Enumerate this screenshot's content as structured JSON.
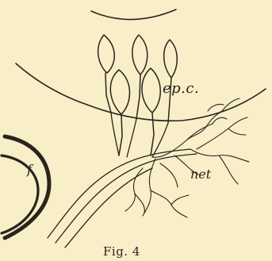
{
  "figure": {
    "caption": "Fig. 4",
    "labels": {
      "epidermal_cells": "ep.c.",
      "nerve_net": "net",
      "fiber": "f"
    }
  },
  "colors": {
    "paper": "#f8eec8",
    "ink": "#2a241c"
  }
}
